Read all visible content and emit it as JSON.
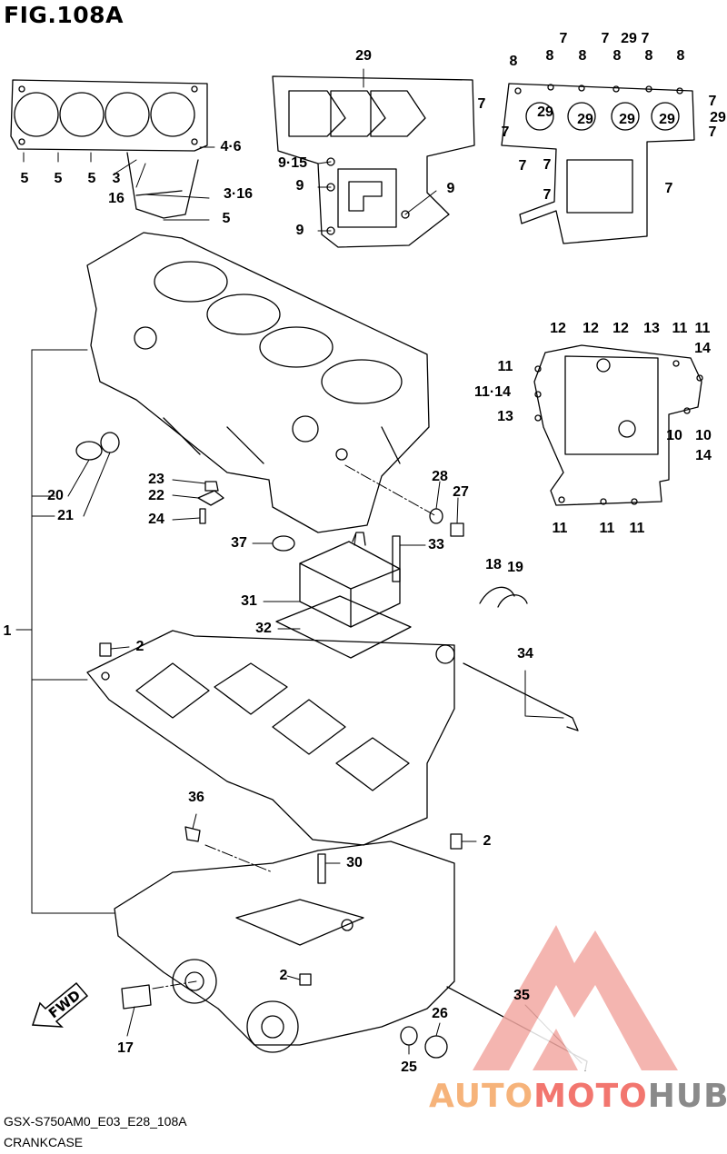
{
  "figure": {
    "title": "FIG.108A",
    "model_code": "GSX-S750AM0_E03_E28_108A",
    "caption": "CRANKCASE"
  },
  "fwd_arrow": {
    "label": "FWD"
  },
  "watermark": {
    "part1": "AUTO",
    "part2": "MOTO",
    "part3": "HUB",
    "colors": [
      "#f6b37a",
      "#f2766f",
      "#8a8a8a"
    ]
  },
  "labels": [
    {
      "id": "cyl-bolt-5a",
      "text": "5"
    },
    {
      "id": "cyl-bolt-5b",
      "text": "5"
    },
    {
      "id": "cyl-bolt-5c",
      "text": "5"
    },
    {
      "id": "cyl-bolt-3",
      "text": "3"
    },
    {
      "id": "cyl-bolt-16",
      "text": "16"
    },
    {
      "id": "cyl-bolt-4-6",
      "text": "4·6"
    },
    {
      "id": "cyl-bolt-3-16",
      "text": "3·16"
    },
    {
      "id": "cyl-bolt-5d",
      "text": "5"
    },
    {
      "id": "mid-29",
      "text": "29"
    },
    {
      "id": "mid-9-15",
      "text": "9·15"
    },
    {
      "id": "mid-9a",
      "text": "9"
    },
    {
      "id": "mid-9b",
      "text": "9"
    },
    {
      "id": "mid-9c",
      "text": "9"
    },
    {
      "id": "tr-8a",
      "text": "8"
    },
    {
      "id": "tr-8b",
      "text": "8"
    },
    {
      "id": "tr-8c",
      "text": "8"
    },
    {
      "id": "tr-8d",
      "text": "8"
    },
    {
      "id": "tr-8e",
      "text": "8"
    },
    {
      "id": "tr-8f",
      "text": "8"
    },
    {
      "id": "tr-7a",
      "text": "7"
    },
    {
      "id": "tr-7b",
      "text": "7"
    },
    {
      "id": "tr-29a",
      "text": "29"
    },
    {
      "id": "tr-7c",
      "text": "7"
    },
    {
      "id": "tr-7d",
      "text": "7"
    },
    {
      "id": "tr-29b",
      "text": "29"
    },
    {
      "id": "tr-29c",
      "text": "29"
    },
    {
      "id": "tr-29d",
      "text": "29"
    },
    {
      "id": "tr-29e",
      "text": "29"
    },
    {
      "id": "tr-29f",
      "text": "29"
    },
    {
      "id": "tr-7e",
      "text": "7"
    },
    {
      "id": "tr-7f",
      "text": "7"
    },
    {
      "id": "tr-7g",
      "text": "7"
    },
    {
      "id": "tr-7h",
      "text": "7"
    },
    {
      "id": "tr-7i",
      "text": "7"
    },
    {
      "id": "tr-7j",
      "text": "7"
    },
    {
      "id": "tr-7k",
      "text": "7"
    },
    {
      "id": "mr-12a",
      "text": "12"
    },
    {
      "id": "mr-12b",
      "text": "12"
    },
    {
      "id": "mr-12c",
      "text": "12"
    },
    {
      "id": "mr-13a",
      "text": "13"
    },
    {
      "id": "mr-11a",
      "text": "11"
    },
    {
      "id": "mr-11b",
      "text": "11"
    },
    {
      "id": "mr-14a",
      "text": "14"
    },
    {
      "id": "mr-11c",
      "text": "11"
    },
    {
      "id": "mr-11-14",
      "text": "11·14"
    },
    {
      "id": "mr-13b",
      "text": "13"
    },
    {
      "id": "mr-10a",
      "text": "10"
    },
    {
      "id": "mr-10b",
      "text": "10"
    },
    {
      "id": "mr-14b",
      "text": "14"
    },
    {
      "id": "mr-11d",
      "text": "11"
    },
    {
      "id": "mr-11e",
      "text": "11"
    },
    {
      "id": "mr-11f",
      "text": "11"
    },
    {
      "id": "p-20",
      "text": "20"
    },
    {
      "id": "p-21",
      "text": "21"
    },
    {
      "id": "p-1",
      "text": "1"
    },
    {
      "id": "p-23",
      "text": "23"
    },
    {
      "id": "p-22",
      "text": "22"
    },
    {
      "id": "p-24",
      "text": "24"
    },
    {
      "id": "p-28",
      "text": "28"
    },
    {
      "id": "p-27",
      "text": "27"
    },
    {
      "id": "p-37",
      "text": "37"
    },
    {
      "id": "p-33",
      "text": "33"
    },
    {
      "id": "p-31",
      "text": "31"
    },
    {
      "id": "p-32",
      "text": "32"
    },
    {
      "id": "p-18",
      "text": "18"
    },
    {
      "id": "p-19",
      "text": "19"
    },
    {
      "id": "p-34",
      "text": "34"
    },
    {
      "id": "p-2a",
      "text": "2"
    },
    {
      "id": "p-36",
      "text": "36"
    },
    {
      "id": "p-2b",
      "text": "2"
    },
    {
      "id": "p-30",
      "text": "30"
    },
    {
      "id": "p-2c",
      "text": "2"
    },
    {
      "id": "p-35",
      "text": "35"
    },
    {
      "id": "p-26",
      "text": "26"
    },
    {
      "id": "p-25",
      "text": "25"
    },
    {
      "id": "p-17",
      "text": "17"
    }
  ]
}
